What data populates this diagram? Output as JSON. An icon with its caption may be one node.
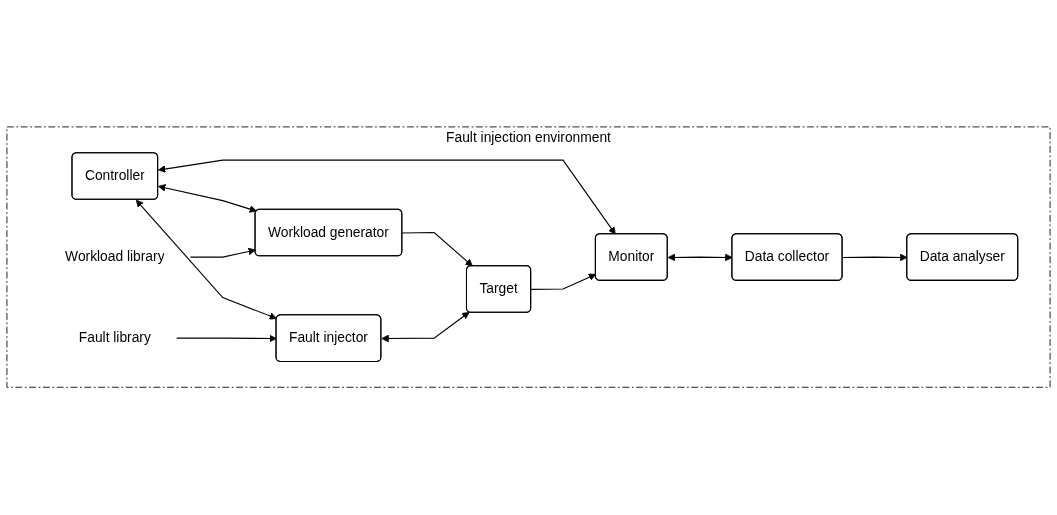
{
  "diagram": {
    "nodes": [
      {
        "text": [
          "Fault injection environment"
        ]
      },
      {
        "text": [
          "Controller"
        ],
        "in": 0
      },
      {
        "text": [
          "Fault library"
        ],
        "in": 0
      },
      {
        "text": [
          "Workload library"
        ],
        "in": 0
      },
      {
        "text": [
          "Data analyser"
        ],
        "in": 0
      },
      {
        "text": [
          "Fault injector"
        ],
        "in": 0
      },
      {
        "text": [
          "Workload generator"
        ],
        "in": 0
      },
      {
        "text": [
          "Monitor"
        ],
        "in": 0
      },
      {
        "text": [
          "Data collector"
        ],
        "in": 0
      },
      {
        "text": [
          "Target"
        ],
        "in": 0
      }
    ],
    "edges": [
      {
        "from": 1,
        "to": 5,
        "arrow": "both"
      },
      {
        "from": 1,
        "to": 6,
        "arrow": "both"
      },
      {
        "from": 1,
        "to": 7,
        "arrow": "both"
      },
      {
        "from": 2,
        "to": 5,
        "arrow": "to"
      },
      {
        "from": 3,
        "to": 6,
        "arrow": "to"
      },
      {
        "from": 6,
        "to": 9,
        "arrow": "to"
      },
      {
        "from": 9,
        "to": 7,
        "arrow": "to"
      },
      {
        "from": 5,
        "to": 9,
        "arrow": "both"
      },
      {
        "from": 7,
        "to": 8,
        "arrow": "both"
      },
      {
        "from": 8,
        "to": 4,
        "arrow": "to"
      }
    ]
  }
}
